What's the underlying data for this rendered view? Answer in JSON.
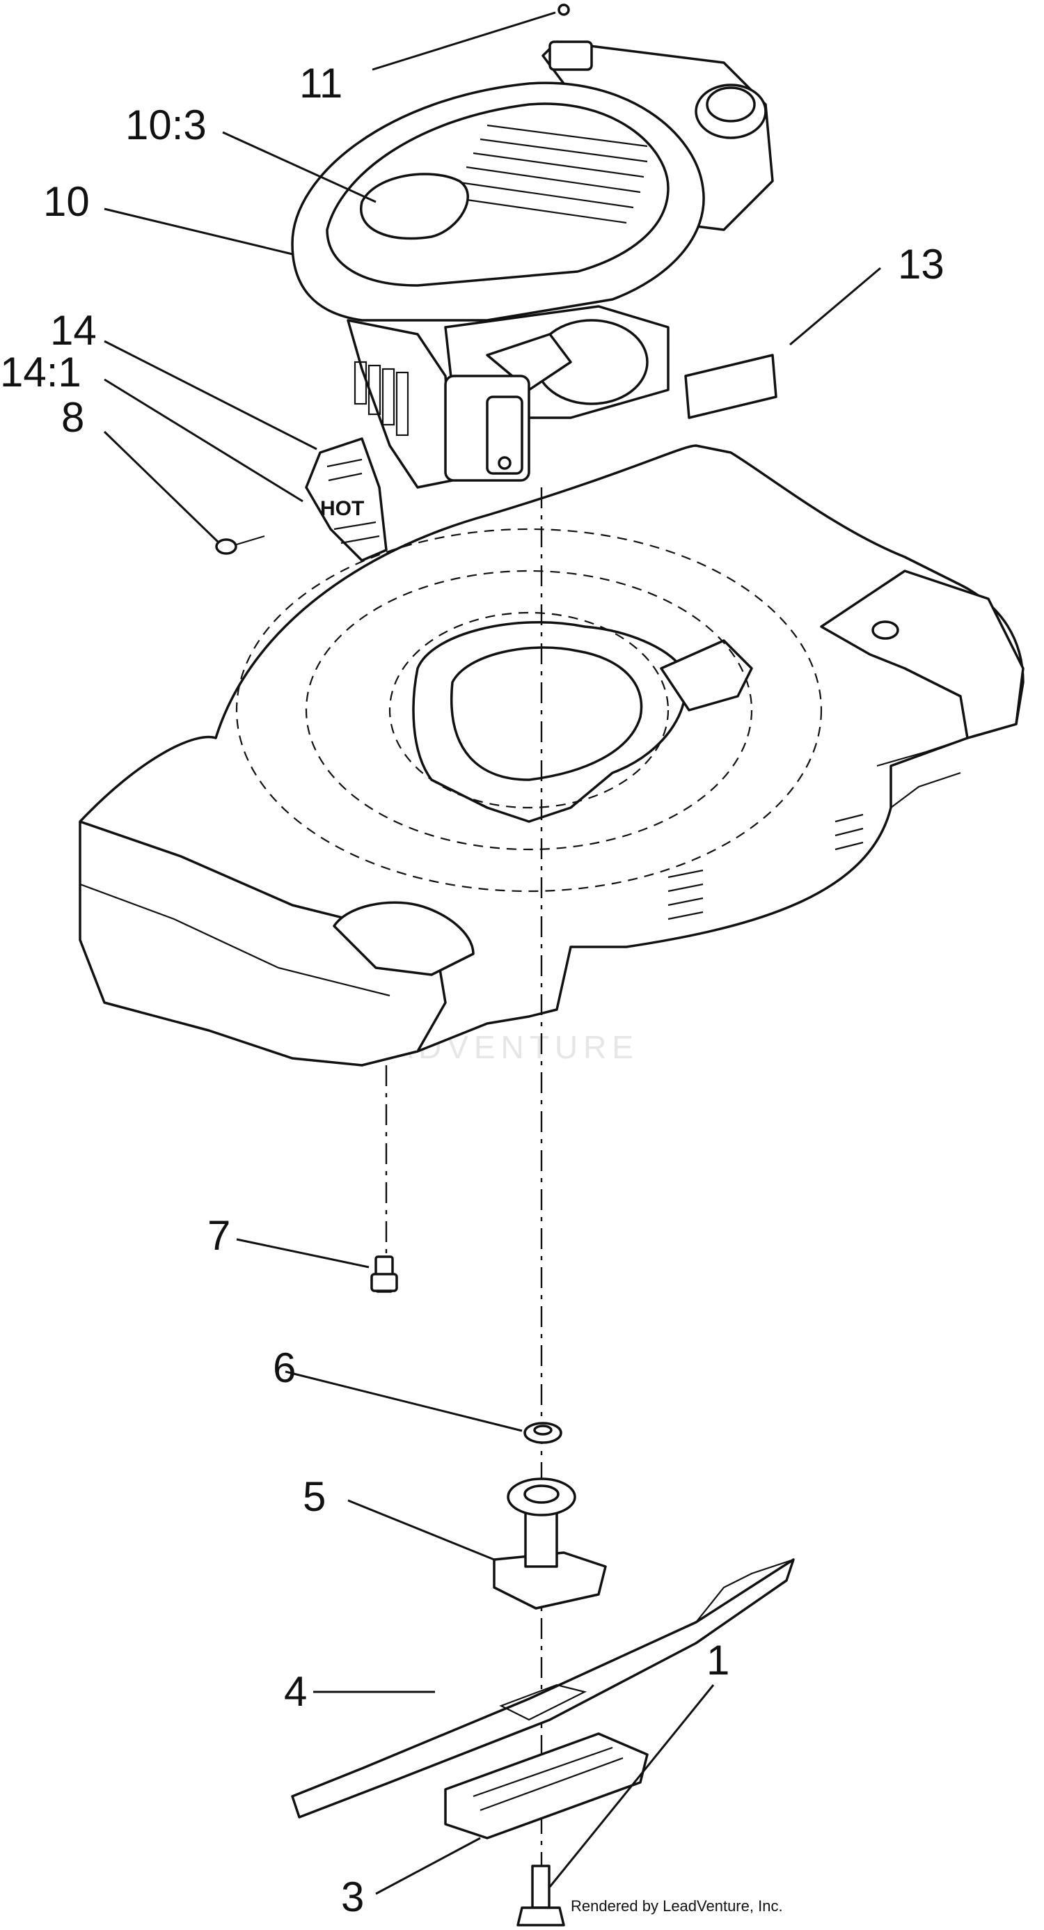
{
  "callouts": [
    {
      "id": "11",
      "text": "11"
    },
    {
      "id": "10-3",
      "text": "10:3"
    },
    {
      "id": "10",
      "text": "10"
    },
    {
      "id": "13",
      "text": "13"
    },
    {
      "id": "14",
      "text": "14"
    },
    {
      "id": "14-1",
      "text": "14:1"
    },
    {
      "id": "8",
      "text": "8"
    },
    {
      "id": "7",
      "text": "7"
    },
    {
      "id": "6",
      "text": "6"
    },
    {
      "id": "5",
      "text": "5"
    },
    {
      "id": "4",
      "text": "4"
    },
    {
      "id": "1",
      "text": "1"
    },
    {
      "id": "3",
      "text": "3"
    }
  ],
  "heat_shield_label": "HOT",
  "watermark_text": "LEADVENTURE",
  "credit_text": "Rendered by LeadVenture, Inc."
}
